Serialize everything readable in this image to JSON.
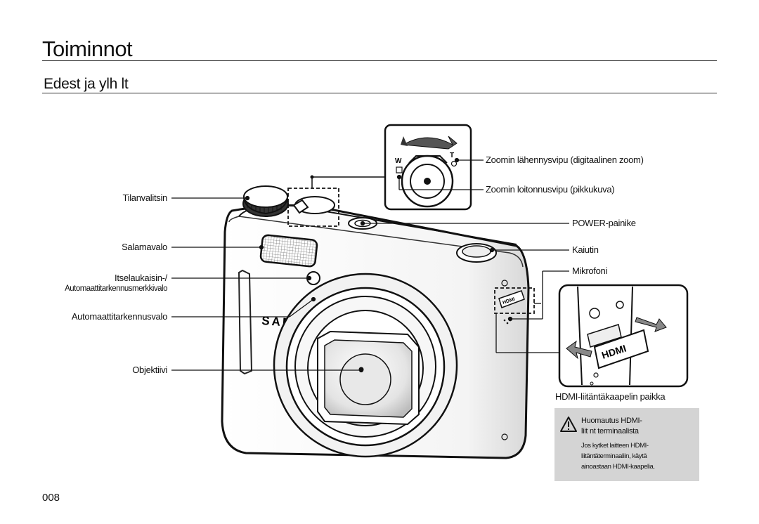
{
  "page": {
    "title": "Toiminnot",
    "subtitle": "Edest  ja ylh  lt",
    "page_number": "008"
  },
  "labels": {
    "mode_dial": "Tilanvalitsin",
    "flash": "Salamavalo",
    "self_timer_line1": "Itselaukaisin-/",
    "self_timer_line2": "Automaattitarkennusmerkkivalo",
    "af_lamp": "Automaattitarkennusvalo",
    "lens": "Objektiivi",
    "zoom_tele": "Zoomin lähennysvipu (digitaalinen zoom)",
    "zoom_wide": "Zoomin loitonnusvipu (pikkukuva)",
    "power": "POWER-painike",
    "speaker": "Kaiutin",
    "microphone": "Mikrofoni",
    "hdmi_slot": "HDMI-liitäntäkaapelin paikka"
  },
  "inset_marks": {
    "wide": "W",
    "tele": "T",
    "hdmi_logo": "HDMI"
  },
  "camera_marks": {
    "brand": "SAMSUNG",
    "hdmi_logo": "HDMI"
  },
  "note": {
    "heading_line1": "Huomautus HDMI-",
    "heading_line2": "liit nt terminaalista",
    "body_line1": "Jos kytket laitteen HDMI-",
    "body_line2": "liitäntäterminaaliin, käytä",
    "body_line3": "ainoastaan HDMI-kaapelia.",
    "icon": "warning-triangle-icon"
  }
}
